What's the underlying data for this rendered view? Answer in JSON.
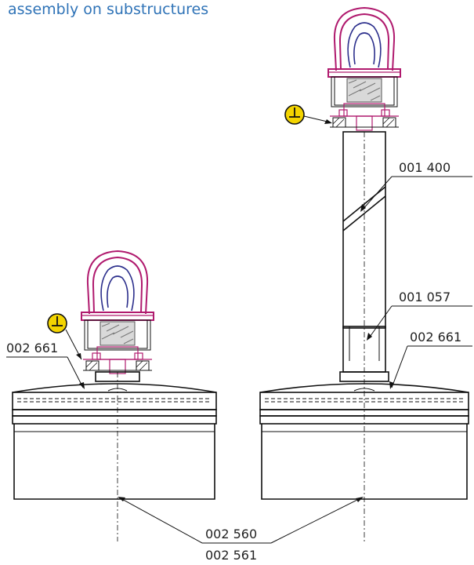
{
  "title": "assembly on substructures",
  "labels": {
    "tube": "001 400",
    "adapter": "001 057",
    "cap_left": "002 661",
    "cap_right": "002 661",
    "base_a": "002 560",
    "base_b": "002 561"
  },
  "colors": {
    "title": "#2f73b7",
    "eye_bolt": "#b01a6e",
    "ground_symbol": "#f3d400"
  },
  "icons": [
    "ground-symbol-icon"
  ]
}
